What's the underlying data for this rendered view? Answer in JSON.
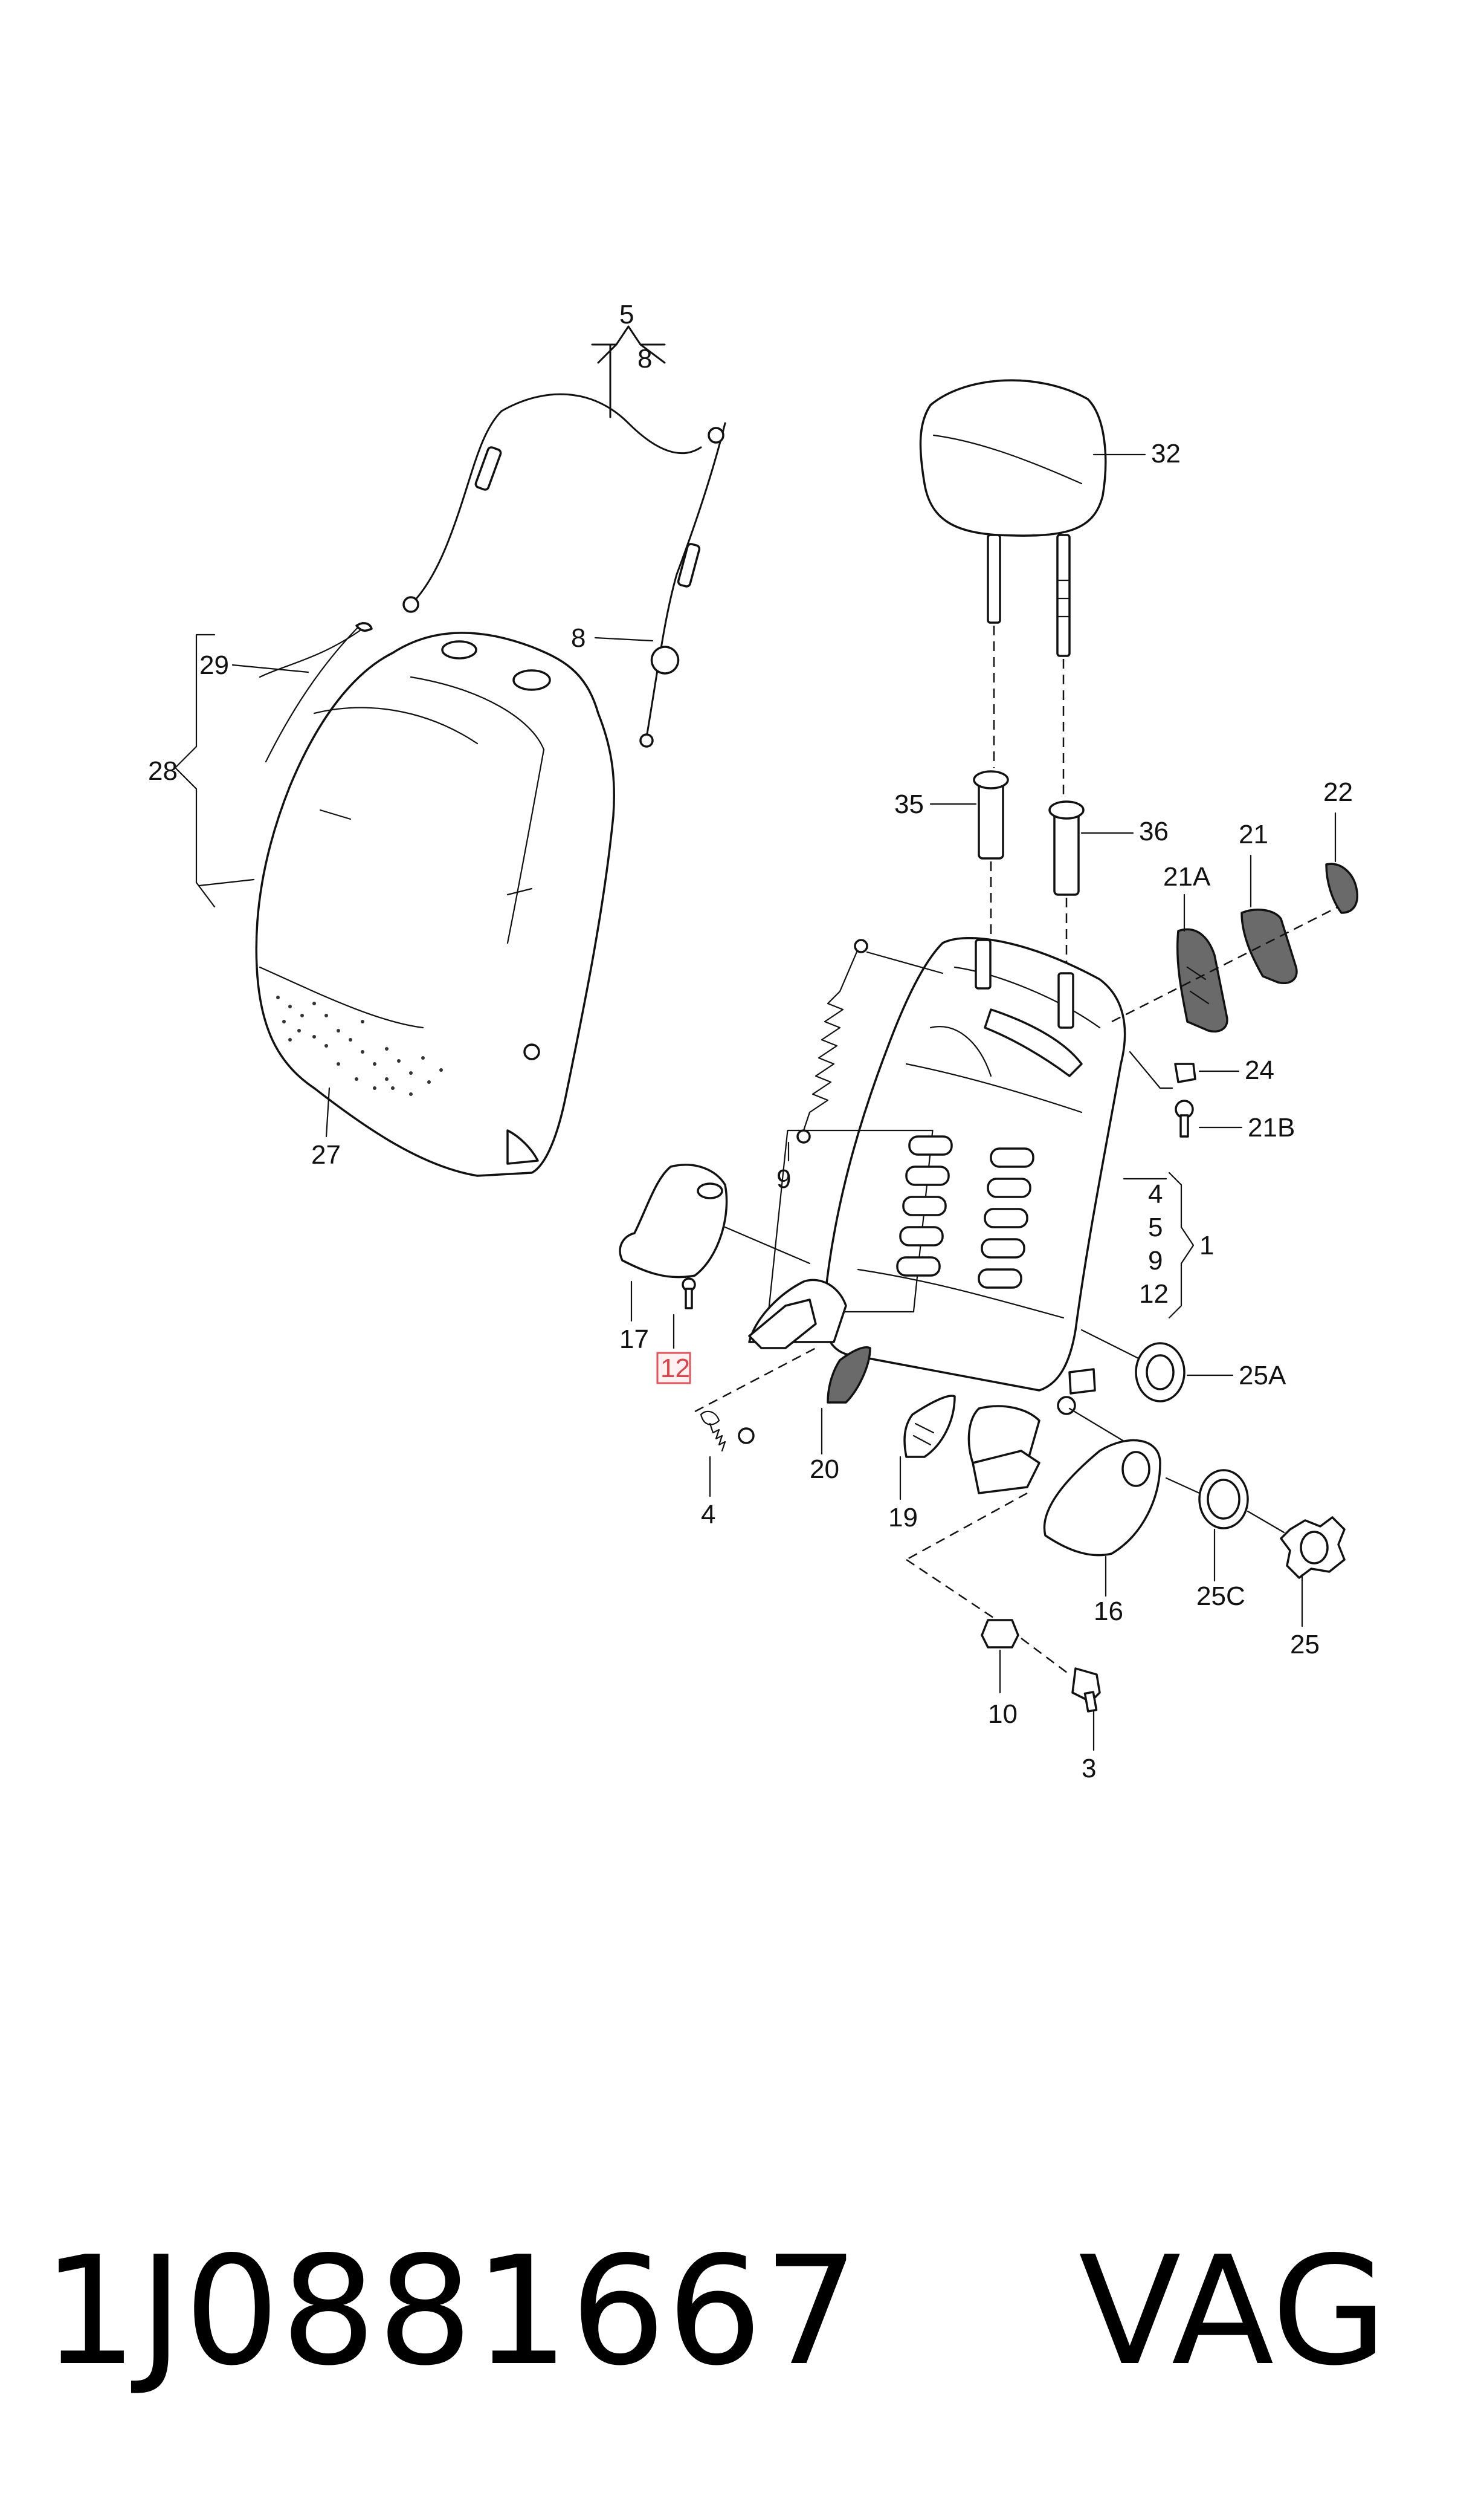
{
  "callouts": {
    "c5": "5",
    "c8a": "8",
    "c8b": "8",
    "c29": "29",
    "c28": "28",
    "c27": "27",
    "c32": "32",
    "c35": "35",
    "c36": "36",
    "c22": "22",
    "c21": "21",
    "c21a": "21A",
    "c24": "24",
    "c21b": "21B",
    "c9": "9",
    "g4": "4",
    "g5": "5",
    "g9": "9",
    "g12": "12",
    "g1": "1",
    "c17": "17",
    "c12": "12",
    "c4": "4",
    "c20": "20",
    "c19": "19",
    "c25a": "25A",
    "c16": "16",
    "c25c": "25C",
    "c25": "25",
    "c10": "10",
    "c3": "3"
  },
  "highlight": {
    "callout": "12",
    "color": "#e0555b"
  },
  "footer": {
    "part_number": "1J0881667",
    "brand": "VAG"
  }
}
